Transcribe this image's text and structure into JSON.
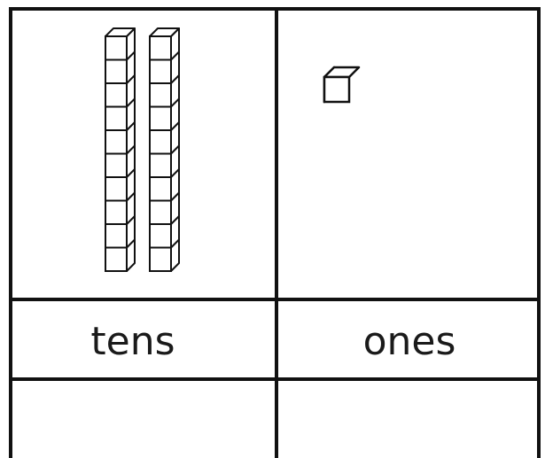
{
  "table": {
    "columns": [
      {
        "key": "tens",
        "label": "tens",
        "count": 2
      },
      {
        "key": "ones",
        "label": "ones",
        "count": 1
      }
    ],
    "answer_row": [
      "",
      ""
    ]
  },
  "colors": {
    "line": "#111111",
    "background": "#ffffff"
  },
  "icons": {
    "tens_block": "base-ten-rod-icon",
    "ones_block": "base-ten-unit-cube-icon"
  }
}
